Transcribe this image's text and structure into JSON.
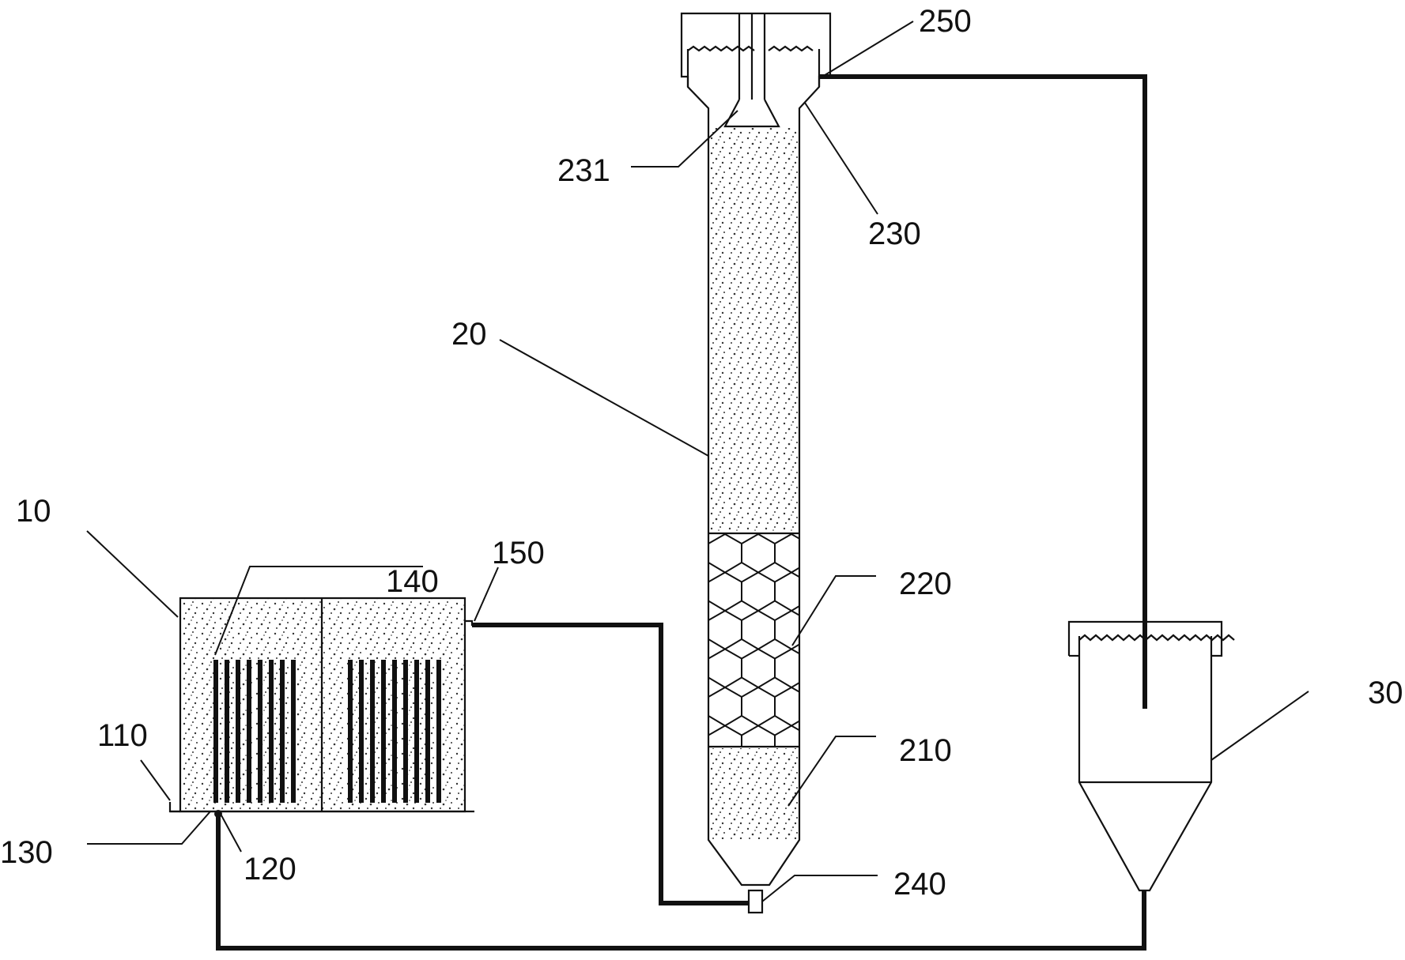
{
  "labels": {
    "tank": "10",
    "tank_wall": "110",
    "inlet_port": "120",
    "bottom": "130",
    "electrode": "140",
    "tank_outlet": "150",
    "column": "20",
    "bottom_zone": "210",
    "packed_zone": "220",
    "separator_head": "230",
    "funnel": "231",
    "column_inlet": "240",
    "column_outlet": "250",
    "settler": "30"
  }
}
